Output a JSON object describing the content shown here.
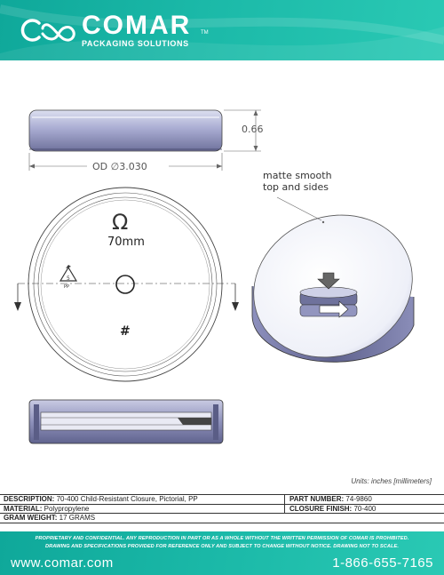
{
  "brand": {
    "name": "COMAR",
    "trademark": "TM",
    "tagline": "PACKAGING SOLUTIONS",
    "accent_color": "#1bb9a8"
  },
  "drawing": {
    "height_dim": "0.66",
    "od_dim": "OD ∅3.030",
    "size_marking": "70mm",
    "omega_symbol": "Ω",
    "cavity_mark": "#",
    "recycle_number": "5",
    "recycle_code": "PP",
    "callout_line1": "matte smooth",
    "callout_line2": "top and sides"
  },
  "units_note": "Units: inches [millimeters]",
  "specs": {
    "description_label": "DESCRIPTION:",
    "description_value": "70-400 Child-Resistant Closure, Pictorial, PP",
    "part_label": "PART NUMBER:",
    "part_value": "74-9860",
    "material_label": "MATERIAL:",
    "material_value": "Polypropylene",
    "finish_label": "CLOSURE FINISH:",
    "finish_value": "70-400",
    "weight_label": "GRAM WEIGHT:",
    "weight_value": "17 GRAMS"
  },
  "footer": {
    "legal_line1": "PROPRIETARY AND CONFIDENTIAL. ANY REPRODUCTION IN PART OR AS A WHOLE WITHOUT THE WRITTEN PERMISSION OF COMAR IS PROHIBITED.",
    "legal_line2": "DRAWING AND SPECIFICATIONS PROVIDED FOR REFERENCE ONLY AND SUBJECT TO CHANGE WITHOUT NOTICE. DRAWING NOT TO SCALE.",
    "website": "www.comar.com",
    "phone": "1-866-655-7165"
  }
}
